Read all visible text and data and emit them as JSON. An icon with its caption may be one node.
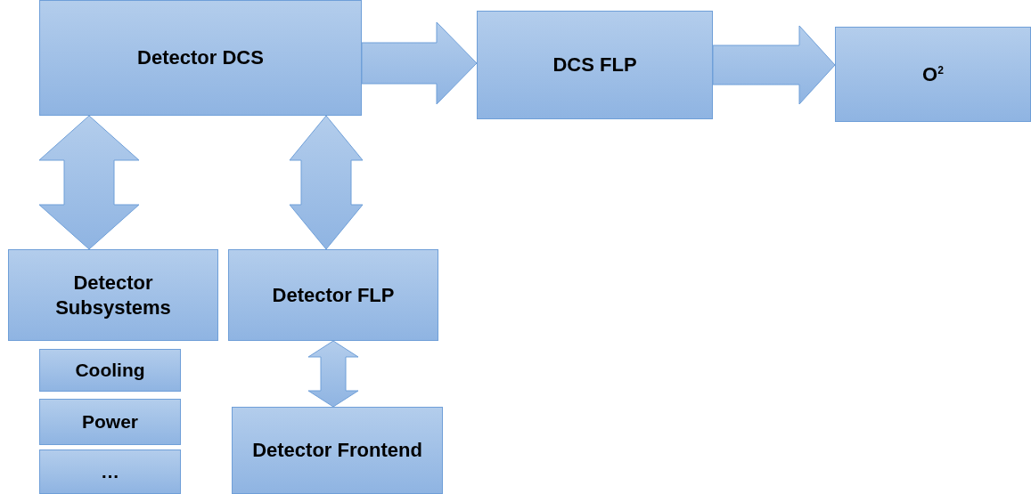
{
  "diagram": {
    "nodes": [
      {
        "text": [
          "Detector DCS"
        ]
      },
      {
        "text": [
          "DCS FLP"
        ]
      },
      {
        "text": [
          "O$^{2}$"
        ]
      },
      {
        "text": [
          "Detector Subsystems"
        ]
      },
      {
        "text": [
          "Detector FLP"
        ]
      },
      {
        "text": [
          "Cooling"
        ]
      },
      {
        "text": [
          "Power"
        ]
      },
      {
        "text": [
          "…"
        ]
      },
      {
        "text": [
          "Detector Frontend"
        ]
      }
    ],
    "edges": [
      {
        "from": 0,
        "to": 1,
        "arrow": "to"
      },
      {
        "from": 1,
        "to": 2,
        "arrow": "to"
      },
      {
        "from": 0,
        "to": 3,
        "arrow": "both"
      },
      {
        "from": 0,
        "to": 4,
        "arrow": "both"
      },
      {
        "from": 4,
        "to": 8,
        "arrow": "both"
      }
    ]
  }
}
